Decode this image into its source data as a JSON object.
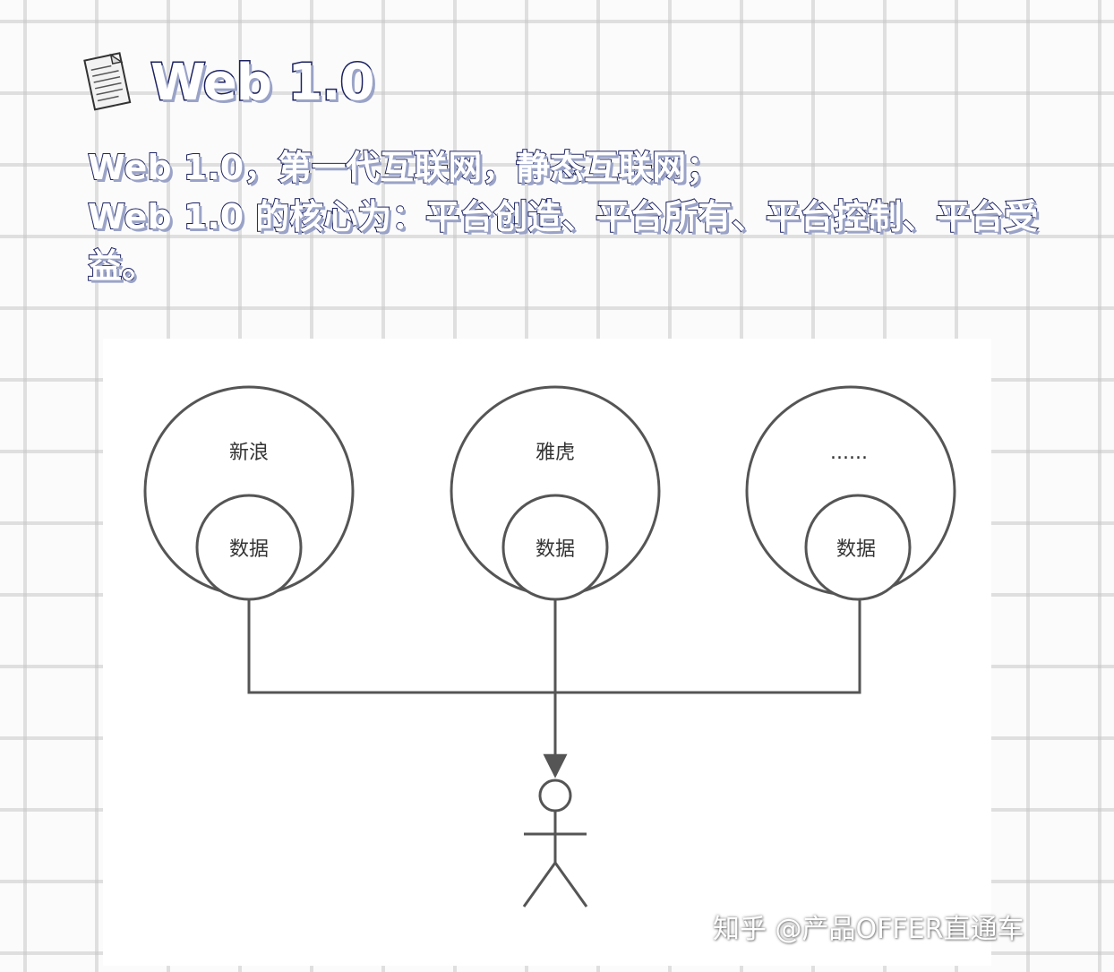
{
  "header": {
    "icon": "document-icon",
    "title": "Web 1.0"
  },
  "intro": {
    "line1": "Web 1.0，第一代互联网，静态互联网；",
    "line2": "Web 1.0 的核心为：平台创造、平台所有、平台控制、平台受益。"
  },
  "diagram": {
    "platforms": [
      {
        "name": "新浪",
        "inner": "数据"
      },
      {
        "name": "雅虎",
        "inner": "数据"
      },
      {
        "name": "......",
        "inner": "数据"
      }
    ],
    "user_icon": "stick-figure-user-icon",
    "colors": {
      "stroke": "#555555",
      "text": "#333333"
    }
  },
  "watermark": {
    "text": "知乎 @产品OFFER直通车"
  }
}
